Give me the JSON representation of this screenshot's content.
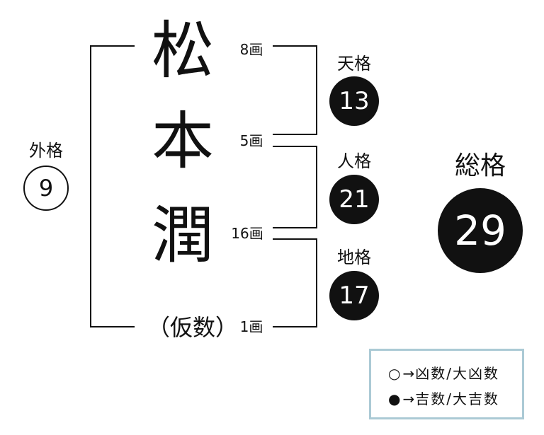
{
  "name": {
    "chars": [
      {
        "char": "松",
        "strokes": "8画"
      },
      {
        "char": "本",
        "strokes": "5画"
      },
      {
        "char": "潤",
        "strokes": "16画"
      },
      {
        "char": "（仮数）",
        "strokes": "1画"
      }
    ]
  },
  "kaku": {
    "tenkaku": {
      "label": "天格",
      "value": "13"
    },
    "jinkaku": {
      "label": "人格",
      "value": "21"
    },
    "chikaku": {
      "label": "地格",
      "value": "17"
    },
    "gaikaku": {
      "label": "外格",
      "value": "9"
    },
    "soukaku": {
      "label": "総格",
      "value": "29"
    }
  },
  "legend": [
    {
      "symbol": "○",
      "arrow": "→",
      "text": "凶数/大凶数"
    },
    {
      "symbol": "●",
      "arrow": "→",
      "text": "吉数/大吉数"
    }
  ],
  "colors": {
    "ink": "#111111",
    "circle_fill": "#111111",
    "circle_text": "#ffffff",
    "legend_border": "#abcad5",
    "background": "#ffffff"
  }
}
